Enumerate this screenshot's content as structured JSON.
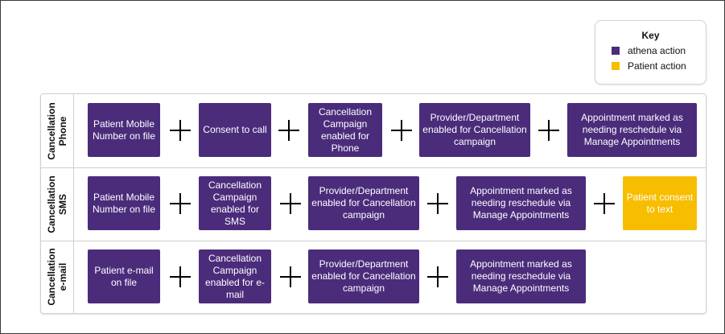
{
  "key": {
    "title": "Key",
    "items": [
      {
        "label": "athena action",
        "color": "#4a2c7b"
      },
      {
        "label": "Patient action",
        "color": "#f7bd00"
      }
    ]
  },
  "rows": [
    {
      "label_lines": [
        "Cancellation",
        "Phone"
      ],
      "boxes": [
        {
          "text": "Patient Mobile Number on file",
          "type": "athena"
        },
        {
          "text": "Consent to call",
          "type": "athena"
        },
        {
          "text": "Cancellation Campaign enabled for Phone",
          "type": "athena"
        },
        {
          "text": "Provider/Department enabled for Cancellation campaign",
          "type": "athena"
        },
        {
          "text": "Appointment marked as needing reschedule via Manage Appointments",
          "type": "athena"
        }
      ]
    },
    {
      "label_lines": [
        "Cancellation",
        "SMS"
      ],
      "boxes": [
        {
          "text": "Patient Mobile Number on file",
          "type": "athena"
        },
        {
          "text": "Cancellation Campaign enabled for SMS",
          "type": "athena"
        },
        {
          "text": "Provider/Department enabled for Cancellation campaign",
          "type": "athena"
        },
        {
          "text": "Appointment marked as needing reschedule via Manage Appointments",
          "type": "athena"
        },
        {
          "text": "Patient consent to text",
          "type": "patient"
        }
      ]
    },
    {
      "label_lines": [
        "Cancellation",
        "e-mail"
      ],
      "boxes": [
        {
          "text": "Patient  e-mail on file",
          "type": "athena"
        },
        {
          "text": "Cancellation Campaign enabled for e-mail",
          "type": "athena"
        },
        {
          "text": "Provider/Department enabled for Cancellation campaign",
          "type": "athena"
        },
        {
          "text": "Appointment marked as needing reschedule via Manage Appointments",
          "type": "athena"
        }
      ]
    }
  ]
}
